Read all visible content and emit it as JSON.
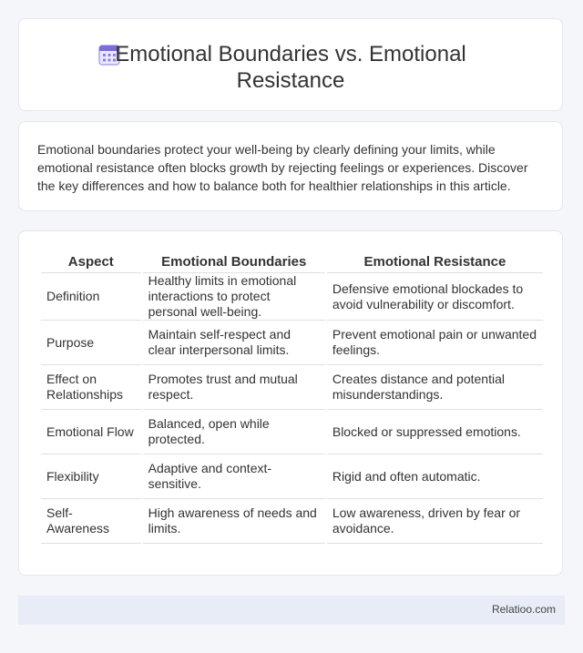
{
  "header": {
    "icon": "calendar-icon",
    "title_line1": "Emotional Boundaries vs. Emotional",
    "title_line2": "Resistance"
  },
  "intro": {
    "text": "Emotional boundaries protect your well-being by clearly defining your limits, while emotional resistance often blocks growth by rejecting feelings or experiences. Discover the key differences and how to balance both for healthier relationships in this article."
  },
  "table": {
    "headers": [
      "Aspect",
      "Emotional Boundaries",
      "Emotional Resistance"
    ],
    "rows": [
      [
        "Definition",
        "Healthy limits in emotional interactions to protect personal well-being.",
        "Defensive emotional blockades to avoid vulnerability or discomfort."
      ],
      [
        "Purpose",
        "Maintain self-respect and clear interpersonal limits.",
        "Prevent emotional pain or unwanted feelings."
      ],
      [
        "Effect on Relationships",
        "Promotes trust and mutual respect.",
        "Creates distance and potential misunderstandings."
      ],
      [
        "Emotional Flow",
        "Balanced, open while protected.",
        "Blocked or suppressed emotions."
      ],
      [
        "Flexibility",
        "Adaptive and context-sensitive.",
        "Rigid and often automatic."
      ],
      [
        "Self-Awareness",
        "High awareness of needs and limits.",
        "Low awareness, driven by fear or avoidance."
      ]
    ]
  },
  "footer": {
    "site": "Relatioo.com"
  },
  "colors": {
    "icon_accent": "#7b6cd9",
    "footer_bg": "#e8ecf7"
  }
}
